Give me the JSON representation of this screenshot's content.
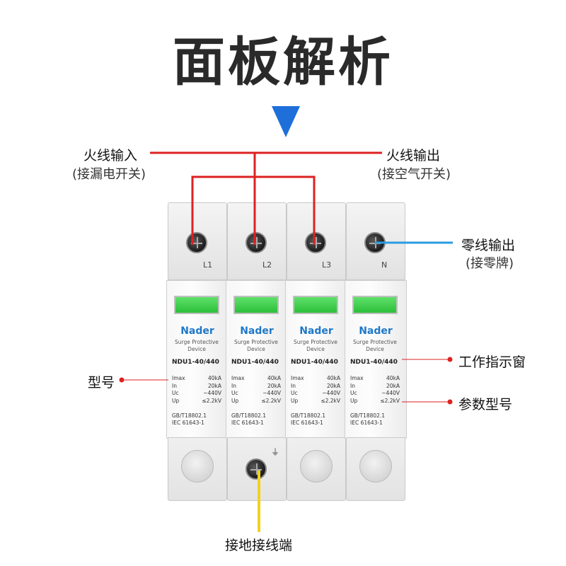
{
  "title": "面板解析",
  "colors": {
    "phase_line": "#dd2222",
    "neutral_line": "#2a9be0",
    "ground_line": "#f2d21c",
    "arrow": "#1e6fd9",
    "window": "#2cbf3a",
    "brand": "#1f78c8"
  },
  "labels": {
    "fire_in": "火线输入",
    "fire_in_sub": "(接漏电开关)",
    "fire_out": "火线输出",
    "fire_out_sub": "(接空气开关)",
    "neutral_out": "零线输出",
    "neutral_out_sub": "(接零牌)",
    "window": "工作指示窗",
    "model_label": "型号",
    "params": "参数型号",
    "ground": "接地接线端"
  },
  "modules": [
    {
      "terminal": "L1",
      "brand": "Nader",
      "desc1": "Surge Protective",
      "desc2": "Device",
      "model": "NDU1-40/440",
      "spec": [
        [
          "Imax",
          "40kA"
        ],
        [
          "In",
          "20kA"
        ],
        [
          "Uc",
          "~440V"
        ],
        [
          "Up",
          "≤2.2kV"
        ]
      ],
      "std1": "GB/T18802.1",
      "std2": "IEC 61643-1"
    },
    {
      "terminal": "L2",
      "brand": "Nader",
      "desc1": "Surge Protective",
      "desc2": "Device",
      "model": "NDU1-40/440",
      "spec": [
        [
          "Imax",
          "40kA"
        ],
        [
          "In",
          "20kA"
        ],
        [
          "Uc",
          "~440V"
        ],
        [
          "Up",
          "≤2.2kV"
        ]
      ],
      "std1": "GB/T18802.1",
      "std2": "IEC 61643-1"
    },
    {
      "terminal": "L3",
      "brand": "Nader",
      "desc1": "Surge Protective",
      "desc2": "Device",
      "model": "NDU1-40/440",
      "spec": [
        [
          "Imax",
          "40kA"
        ],
        [
          "In",
          "20kA"
        ],
        [
          "Uc",
          "~440V"
        ],
        [
          "Up",
          "≤2.2kV"
        ]
      ],
      "std1": "GB/T18802.1",
      "std2": "IEC 61643-1"
    },
    {
      "terminal": "N",
      "brand": "Nader",
      "desc1": "Surge Protective",
      "desc2": "Device",
      "model": "NDU1-40/440",
      "spec": [
        [
          "Imax",
          "40kA"
        ],
        [
          "In",
          "20kA"
        ],
        [
          "Uc",
          "~440V"
        ],
        [
          "Up",
          "≤2.2kV"
        ]
      ],
      "std1": "GB/T18802.1",
      "std2": "IEC 61643-1"
    }
  ]
}
